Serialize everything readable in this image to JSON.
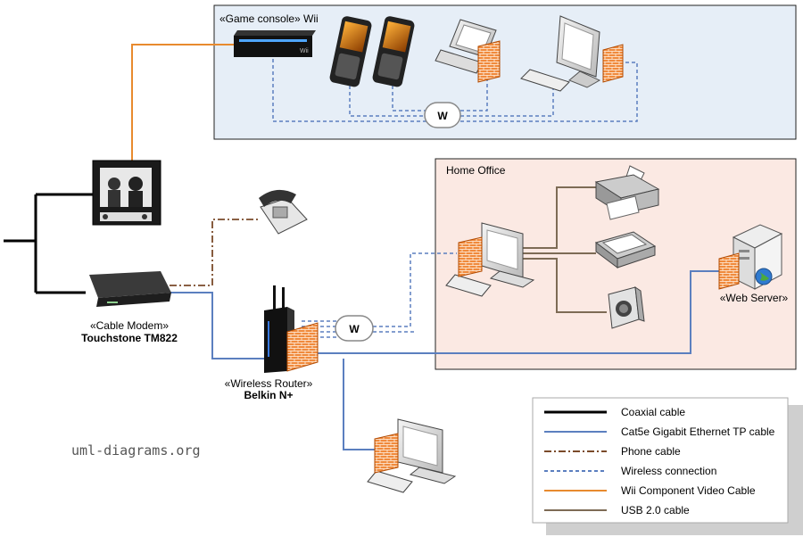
{
  "groups": {
    "game_console": {
      "title": "«Game console» Wii"
    },
    "home_office": {
      "title": "Home Office"
    }
  },
  "nodes": {
    "cable_modem": {
      "stereotype": "«Cable Modem»",
      "name": "Touchstone TM822"
    },
    "wireless_router": {
      "stereotype": "«Wireless Router»",
      "name": "Belkin N+"
    },
    "web_server": {
      "stereotype": "«Web Server»"
    },
    "wii_console_logo": "Wii"
  },
  "wireless_badges": [
    "W",
    "W"
  ],
  "legend": [
    {
      "label": "Coaxial cable",
      "color": "#000000",
      "style": "solid"
    },
    {
      "label": "Cat5e Gigabit Ethernet TP cable",
      "color": "#5b7fbf",
      "style": "solid"
    },
    {
      "label": "Phone cable",
      "color": "#7a4a2a",
      "style": "dashdot"
    },
    {
      "label": "Wireless connection",
      "color": "#5b7fbf",
      "style": "dashed"
    },
    {
      "label": "Wii Component Video Cable",
      "color": "#e88a2e",
      "style": "solid"
    },
    {
      "label": "USB 2.0 cable",
      "color": "#7d6b55",
      "style": "solid"
    }
  ],
  "watermark": "uml-diagrams.org"
}
